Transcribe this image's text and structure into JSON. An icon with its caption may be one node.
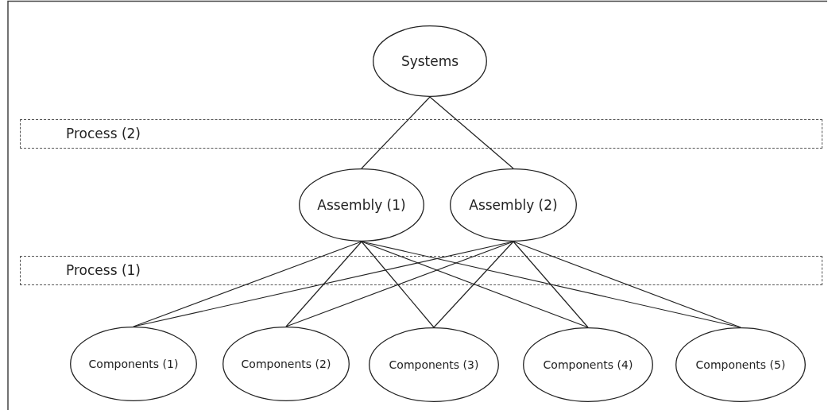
{
  "diagram": {
    "nodes": [
      {
        "text": [
          "Systems"
        ]
      },
      {
        "text": [
          "Assembly (1)"
        ]
      },
      {
        "text": [
          "Assembly (2)"
        ]
      },
      {
        "text": [
          "Components (1)"
        ]
      },
      {
        "text": [
          "Components (2)"
        ]
      },
      {
        "text": [
          "Components (3)"
        ]
      },
      {
        "text": [
          "Components (4)"
        ]
      },
      {
        "text": [
          "Components (5)"
        ]
      }
    ],
    "edges": [
      {
        "from": 0,
        "to": 1,
        "arrow": "none"
      },
      {
        "from": 0,
        "to": 2,
        "arrow": "none"
      },
      {
        "from": 1,
        "to": 3,
        "arrow": "none"
      },
      {
        "from": 1,
        "to": 4,
        "arrow": "none"
      },
      {
        "from": 1,
        "to": 5,
        "arrow": "none"
      },
      {
        "from": 1,
        "to": 6,
        "arrow": "none"
      },
      {
        "from": 1,
        "to": 7,
        "arrow": "none"
      },
      {
        "from": 2,
        "to": 3,
        "arrow": "none"
      },
      {
        "from": 2,
        "to": 4,
        "arrow": "none"
      },
      {
        "from": 2,
        "to": 5,
        "arrow": "none"
      },
      {
        "from": 2,
        "to": 6,
        "arrow": "none"
      },
      {
        "from": 2,
        "to": 7,
        "arrow": "none"
      }
    ],
    "labels": [
      "Process (2)",
      "Process (1)"
    ]
  }
}
